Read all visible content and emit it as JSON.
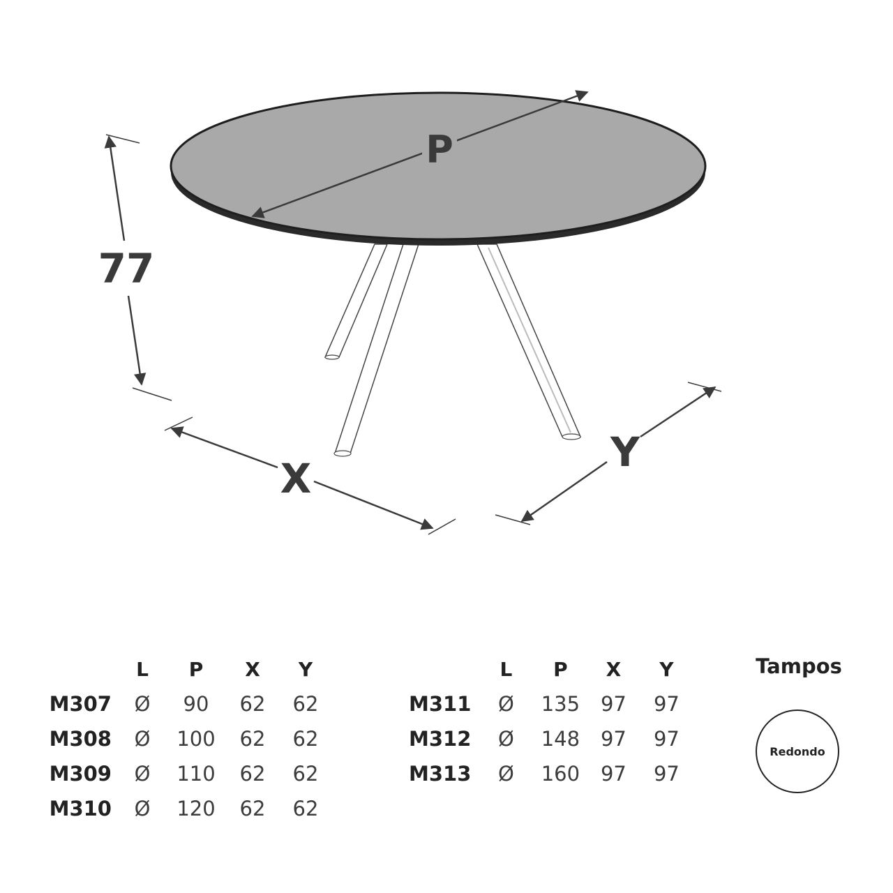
{
  "drawing": {
    "height_value": "77",
    "top_label": "P",
    "width_label": "X",
    "depth_label": "Y"
  },
  "table_headers": [
    "",
    "L",
    "P",
    "X",
    "Y"
  ],
  "models_left": [
    {
      "model": "M307",
      "shape": "Ø",
      "P": "90",
      "X": "62",
      "Y": "62"
    },
    {
      "model": "M308",
      "shape": "Ø",
      "P": "100",
      "X": "62",
      "Y": "62"
    },
    {
      "model": "M309",
      "shape": "Ø",
      "P": "110",
      "X": "62",
      "Y": "62"
    },
    {
      "model": "M310",
      "shape": "Ø",
      "P": "120",
      "X": "62",
      "Y": "62"
    }
  ],
  "models_right": [
    {
      "model": "M311",
      "shape": "Ø",
      "P": "135",
      "X": "97",
      "Y": "97"
    },
    {
      "model": "M312",
      "shape": "Ø",
      "P": "148",
      "X": "97",
      "Y": "97"
    },
    {
      "model": "M313",
      "shape": "Ø",
      "P": "160",
      "X": "97",
      "Y": "97"
    }
  ],
  "tampos": {
    "title": "Tampos",
    "option": "Redondo"
  }
}
